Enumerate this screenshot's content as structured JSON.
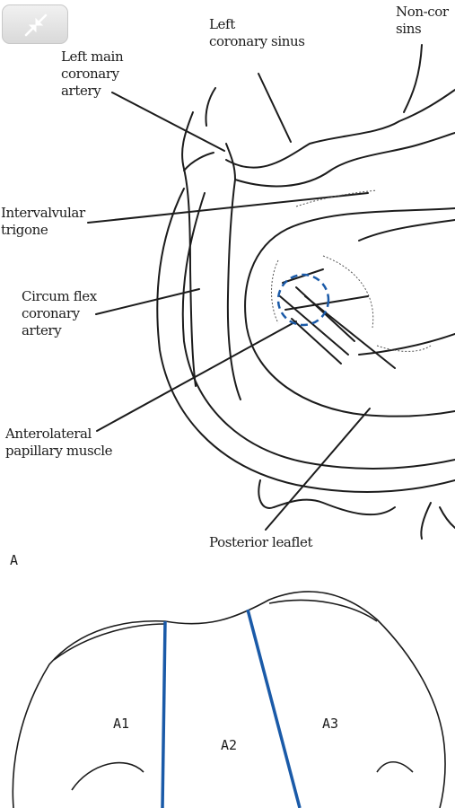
{
  "labels": {
    "left_coronary_sinus": "Left\ncoronary sinus",
    "non_coronary_sinus": "Non-cor\nsins",
    "left_main_artery": "Left main\ncoronary\nartery",
    "intervalvular_trigone": "Intervalvular\ntrigone",
    "circumflex_artery": "Circum flex\ncoronary\nartery",
    "anterolateral_muscle": "Anterolateral\npapillary muscle",
    "posterior_leaflet": "Posterior leaflet"
  },
  "panel_letter": "A",
  "segments": [
    "A1",
    "A2",
    "A3"
  ],
  "icons": {
    "collapse": "collapse-arrows-icon"
  },
  "colors": {
    "line": "#1c1c1c",
    "highlight": "#1a5aa8"
  }
}
